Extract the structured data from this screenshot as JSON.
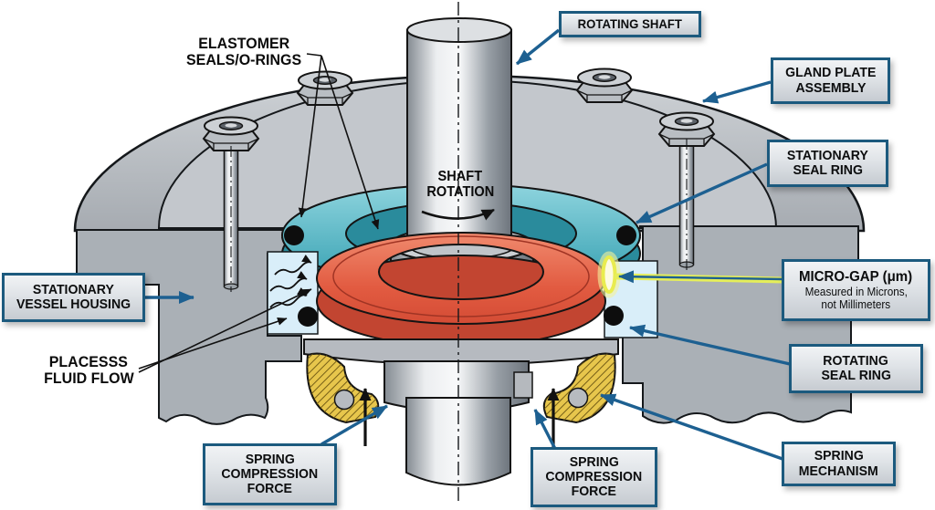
{
  "diagram_subject": "Mechanical seal cutaway diagram",
  "colors": {
    "label_border": "#1c5a7e",
    "arrow_blue": "#1d6091",
    "housing_gray": "#b2b6bb",
    "cut_face_gray": "#aab0b6",
    "seal_ring_teal": "#54b7c4",
    "seal_ring_red": "#e0583f",
    "spring_gold": "#e7c64c",
    "process_fluid_blue": "#d9eef9",
    "micro_gap_highlight": "#e9ec4f",
    "o_ring_black": "#0d0d0d"
  },
  "callouts": {
    "rotating_shaft": {
      "lines": [
        "ROTATING SHAFT"
      ]
    },
    "gland_plate": {
      "lines": [
        "GLAND PLATE",
        "ASSEMBLY"
      ]
    },
    "stationary_seal_ring": {
      "lines": [
        "STATIONARY",
        "SEAL RING"
      ]
    },
    "micro_gap": {
      "title": "MICRO-GAP (μm)",
      "sub": [
        "Measured in Microns,",
        "not Millimeters"
      ]
    },
    "rotating_seal_ring": {
      "lines": [
        "ROTATING",
        "SEAL RING"
      ]
    },
    "spring_mechanism": {
      "lines": [
        "SPRING",
        "MECHANISM"
      ]
    },
    "stationary_vessel_housing": {
      "lines": [
        "STATIONARY",
        "VESSEL HOUSING"
      ]
    },
    "spring_compression_left": {
      "lines": [
        "SPRING",
        "COMPRESSION",
        "FORCE"
      ]
    },
    "spring_compression_right": {
      "lines": [
        "SPRING",
        "COMPRESSION",
        "FORCE"
      ]
    },
    "elastomer_seals": {
      "lines": [
        "ELASTOMER",
        "SEALS/O-RINGS"
      ]
    },
    "process_fluid": {
      "lines": [
        "PLACESSS",
        "FLUID FLOW"
      ]
    },
    "shaft_rotation": {
      "lines": [
        "SHAFT",
        "ROTATION"
      ]
    }
  }
}
